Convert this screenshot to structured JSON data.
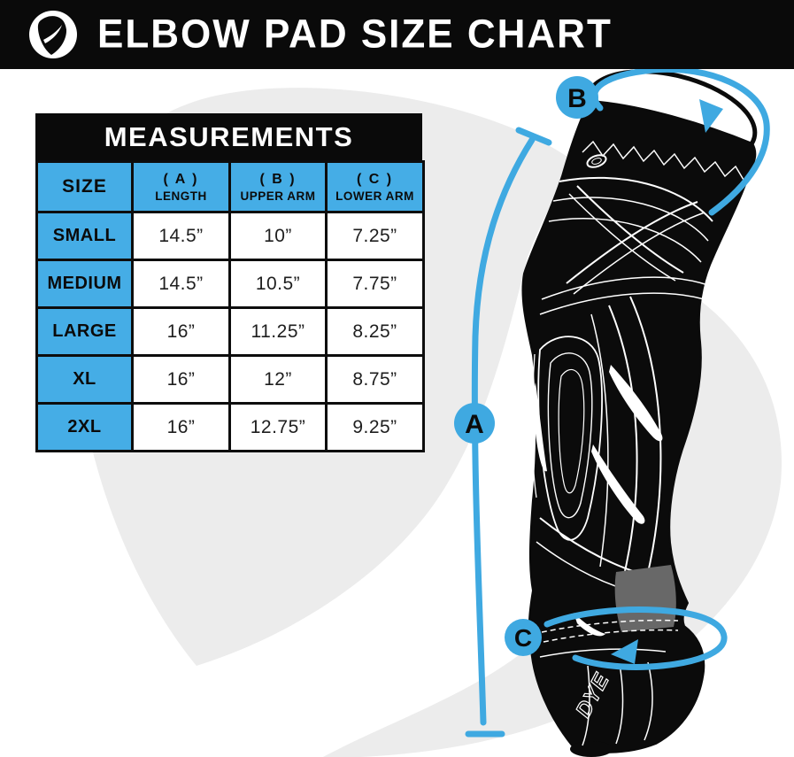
{
  "header": {
    "title": "ELBOW PAD SIZE CHART",
    "logo": "dye-logo"
  },
  "table": {
    "title": "MEASUREMENTS",
    "columns": [
      {
        "line1": "SIZE",
        "line2": ""
      },
      {
        "line1": "( A )",
        "line2": "LENGTH"
      },
      {
        "line1": "( B )",
        "line2": "UPPER ARM"
      },
      {
        "line1": "( C )",
        "line2": "LOWER ARM"
      }
    ],
    "rows": [
      {
        "size": "SMALL",
        "a": "14.5”",
        "b": "10”",
        "c": "7.25”"
      },
      {
        "size": "MEDIUM",
        "a": "14.5”",
        "b": "10.5”",
        "c": "7.75”"
      },
      {
        "size": "LARGE",
        "a": "16”",
        "b": "11.25”",
        "c": "8.25”"
      },
      {
        "size": "XL",
        "a": "16”",
        "b": "12”",
        "c": "8.75”"
      },
      {
        "size": "2XL",
        "a": "16”",
        "b": "12.75”",
        "c": "9.25”"
      }
    ]
  },
  "diagram": {
    "markers": [
      {
        "label": "A",
        "measures": "length"
      },
      {
        "label": "B",
        "measures": "upper arm circumference"
      },
      {
        "label": "C",
        "measures": "lower arm circumference"
      }
    ],
    "pad_logo_text": "DYE"
  },
  "colors": {
    "accent_blue": "#3FA9E1",
    "table_blue": "#45ADE6",
    "black": "#0B0B0B",
    "watermark_gray": "#ECECEC",
    "strap_gray": "#686868"
  }
}
